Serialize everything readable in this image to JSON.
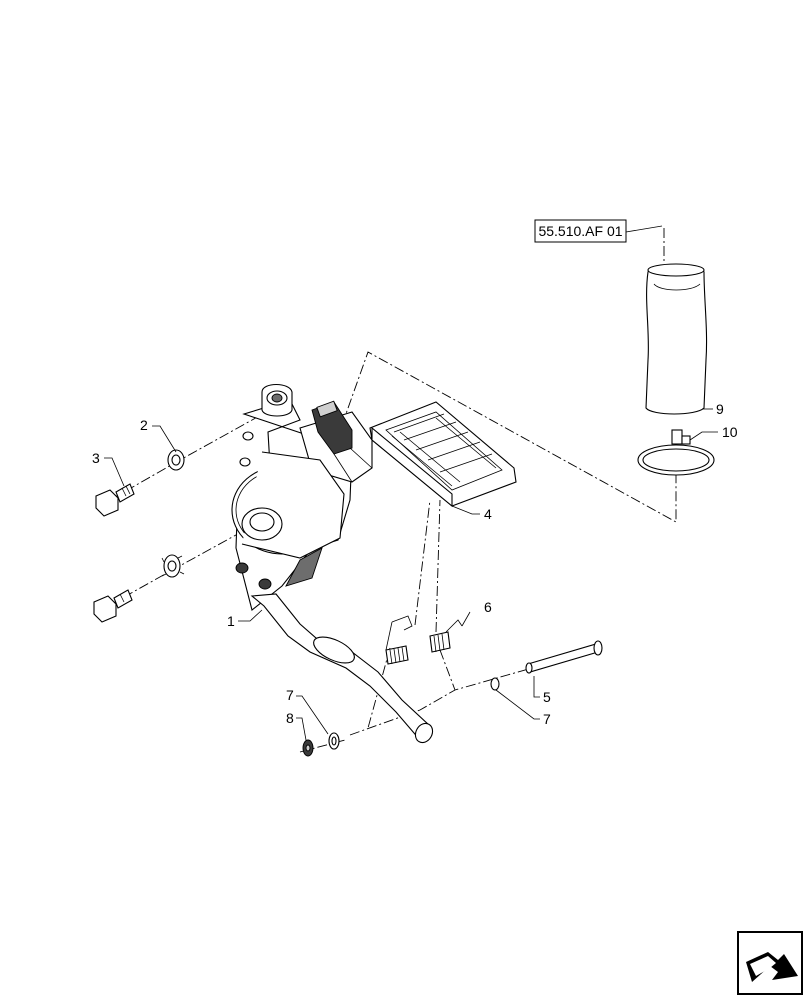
{
  "diagram": {
    "reference_label": "55.510.AF 01",
    "callouts": [
      {
        "id": "callout-1",
        "text": "1"
      },
      {
        "id": "callout-2",
        "text": "2"
      },
      {
        "id": "callout-3",
        "text": "3"
      },
      {
        "id": "callout-4",
        "text": "4"
      },
      {
        "id": "callout-5",
        "text": "5"
      },
      {
        "id": "callout-6",
        "text": "6"
      },
      {
        "id": "callout-7-left",
        "text": "7"
      },
      {
        "id": "callout-7-right",
        "text": "7"
      },
      {
        "id": "callout-8",
        "text": "8"
      },
      {
        "id": "callout-9",
        "text": "9"
      },
      {
        "id": "callout-10",
        "text": "10"
      }
    ],
    "nav_icon": "next-page-arrow-icon"
  }
}
